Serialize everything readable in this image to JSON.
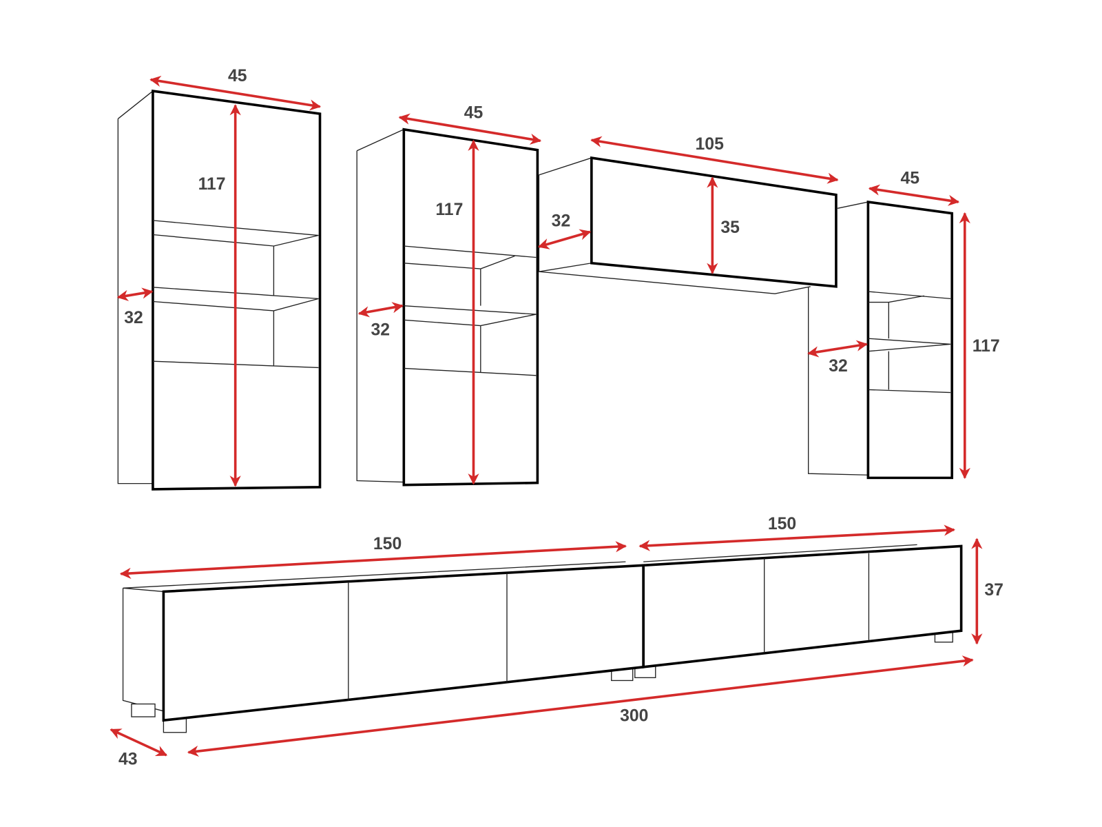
{
  "colors": {
    "dimension": "#d42a2a",
    "label": "#444444",
    "outline": "#000000"
  },
  "tall_cabinet_left": {
    "width": "45",
    "height": "117",
    "depth": "32"
  },
  "tall_cabinet_middle": {
    "width": "45",
    "height": "117",
    "depth": "32"
  },
  "wall_cabinet": {
    "width": "105",
    "height": "35",
    "depth": "32"
  },
  "narrow_cabinet_right": {
    "width": "45",
    "height": "117",
    "depth": "32"
  },
  "tv_units": {
    "left_width": "150",
    "right_width": "150",
    "height": "37",
    "total_width": "300",
    "depth": "43"
  }
}
